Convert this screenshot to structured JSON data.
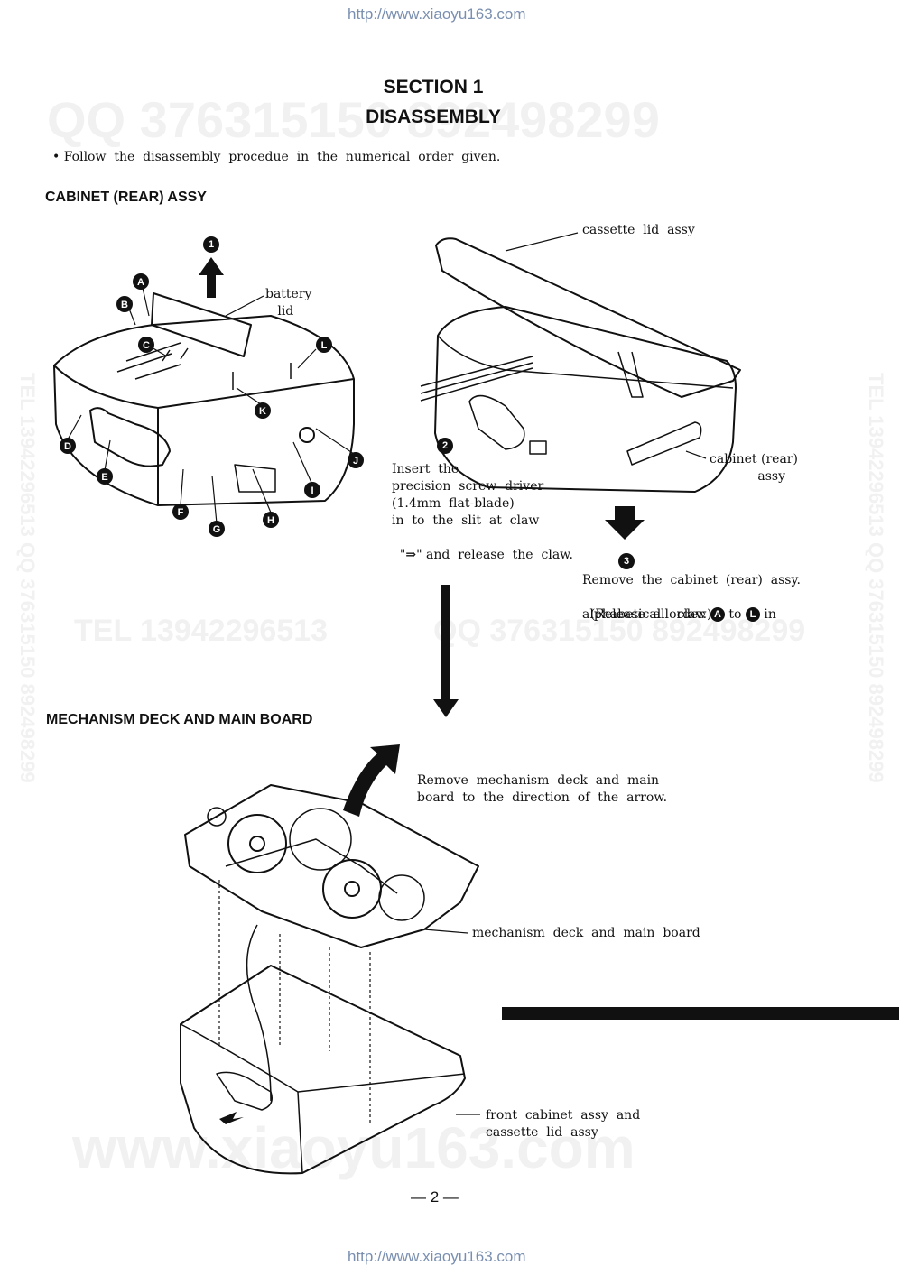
{
  "header_url": "http://www.xiaoyu163.com",
  "footer_url": "http://www.xiaoyu163.com",
  "watermarks": {
    "top_qq": "QQ 376315150  892498299",
    "mid_tel": "TEL 13942296513",
    "mid_qq": "QQ 376315150  892498299",
    "bottom_site": "www.xiaoyu163.com",
    "side_left": "TEL 13942296513  QQ 376315150  892498299",
    "side_right": "TEL 13942296513  QQ 376315150  892498299"
  },
  "section": {
    "line1": "SECTION 1",
    "line2": "DISASSEMBLY"
  },
  "intro": "• Follow  the  disassembly  procedue  in  the  numerical  order  given.",
  "cabinet_rear": {
    "heading": "CABINET (REAR) ASSY",
    "step1_number": "1",
    "battery_lid_label": "battery\n   lid",
    "claws": [
      "A",
      "B",
      "C",
      "D",
      "E",
      "F",
      "G",
      "H",
      "I",
      "J",
      "K",
      "L"
    ],
    "cassette_lid_label": "cassette  lid  assy",
    "cabinet_rear_label": "cabinet (rear)\n            assy",
    "step2_number": "2",
    "step2_text": "Insert  the\nprecision  screw  driver\n(1.4mm  flat-blade)\nin  to  the  slit  at  claw",
    "step2_last_prefix": "\"",
    "step2_arrow_glyph": "⇒",
    "step2_last_suffix": "\" and  release  the  claw.",
    "step3_number": "3",
    "step3_line1": "Remove  the  cabinet  (rear)  assy.",
    "step3_line2_a": "(Release  all  claw ",
    "step3_badge_a": "A",
    "step3_line2_b": " to ",
    "step3_badge_b": "L",
    "step3_line2_c": " in",
    "step3_line3": "alphabetical  order.)"
  },
  "mechanism": {
    "heading": "MECHANISM DECK AND MAIN BOARD",
    "remove_text": "Remove  mechanism  deck  and  main\nboard  to  the  direction  of  the  arrow.",
    "deck_label": "mechanism  deck  and  main  board",
    "front_cabinet_label": "front  cabinet  assy  and\ncassette  lid  assy"
  },
  "page_number": "— 2 —"
}
